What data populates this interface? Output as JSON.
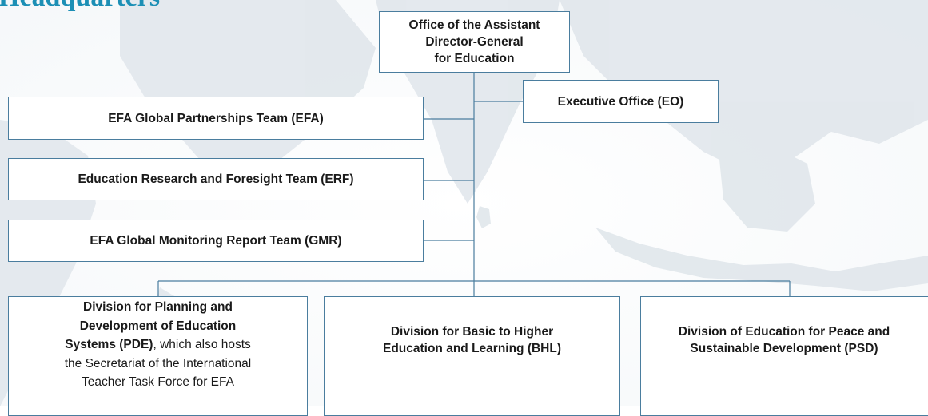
{
  "header": {
    "title": "Headquarters"
  },
  "org_chart": {
    "top": {
      "line1": "Office of the Assistant",
      "line2": "Director-General",
      "line3": "for Education"
    },
    "executive_office": "Executive Office (EO)",
    "teams": [
      "EFA Global Partnerships Team (EFA)",
      "Education Research and Foresight Team (ERF)",
      "EFA Global Monitoring Report Team (GMR)"
    ],
    "divisions": {
      "pde": {
        "bold_line1": "Division for Planning and",
        "bold_line2": "Development of Education",
        "bold_line3": "Systems (PDE)",
        "rest_line3": ", which also hosts",
        "line4": "the Secretariat of the International",
        "line5": "Teacher Task Force for EFA"
      },
      "bhl": {
        "line1": "Division for Basic to Higher",
        "line2": "Education and Learning (BHL)"
      },
      "psd": {
        "line1": "Division of Education for Peace and",
        "line2": "Sustainable Development (PSD)"
      }
    }
  },
  "colors": {
    "title": "#1c8fb5",
    "border": "#4a7d9e",
    "map_land": "#dfe5ea"
  }
}
